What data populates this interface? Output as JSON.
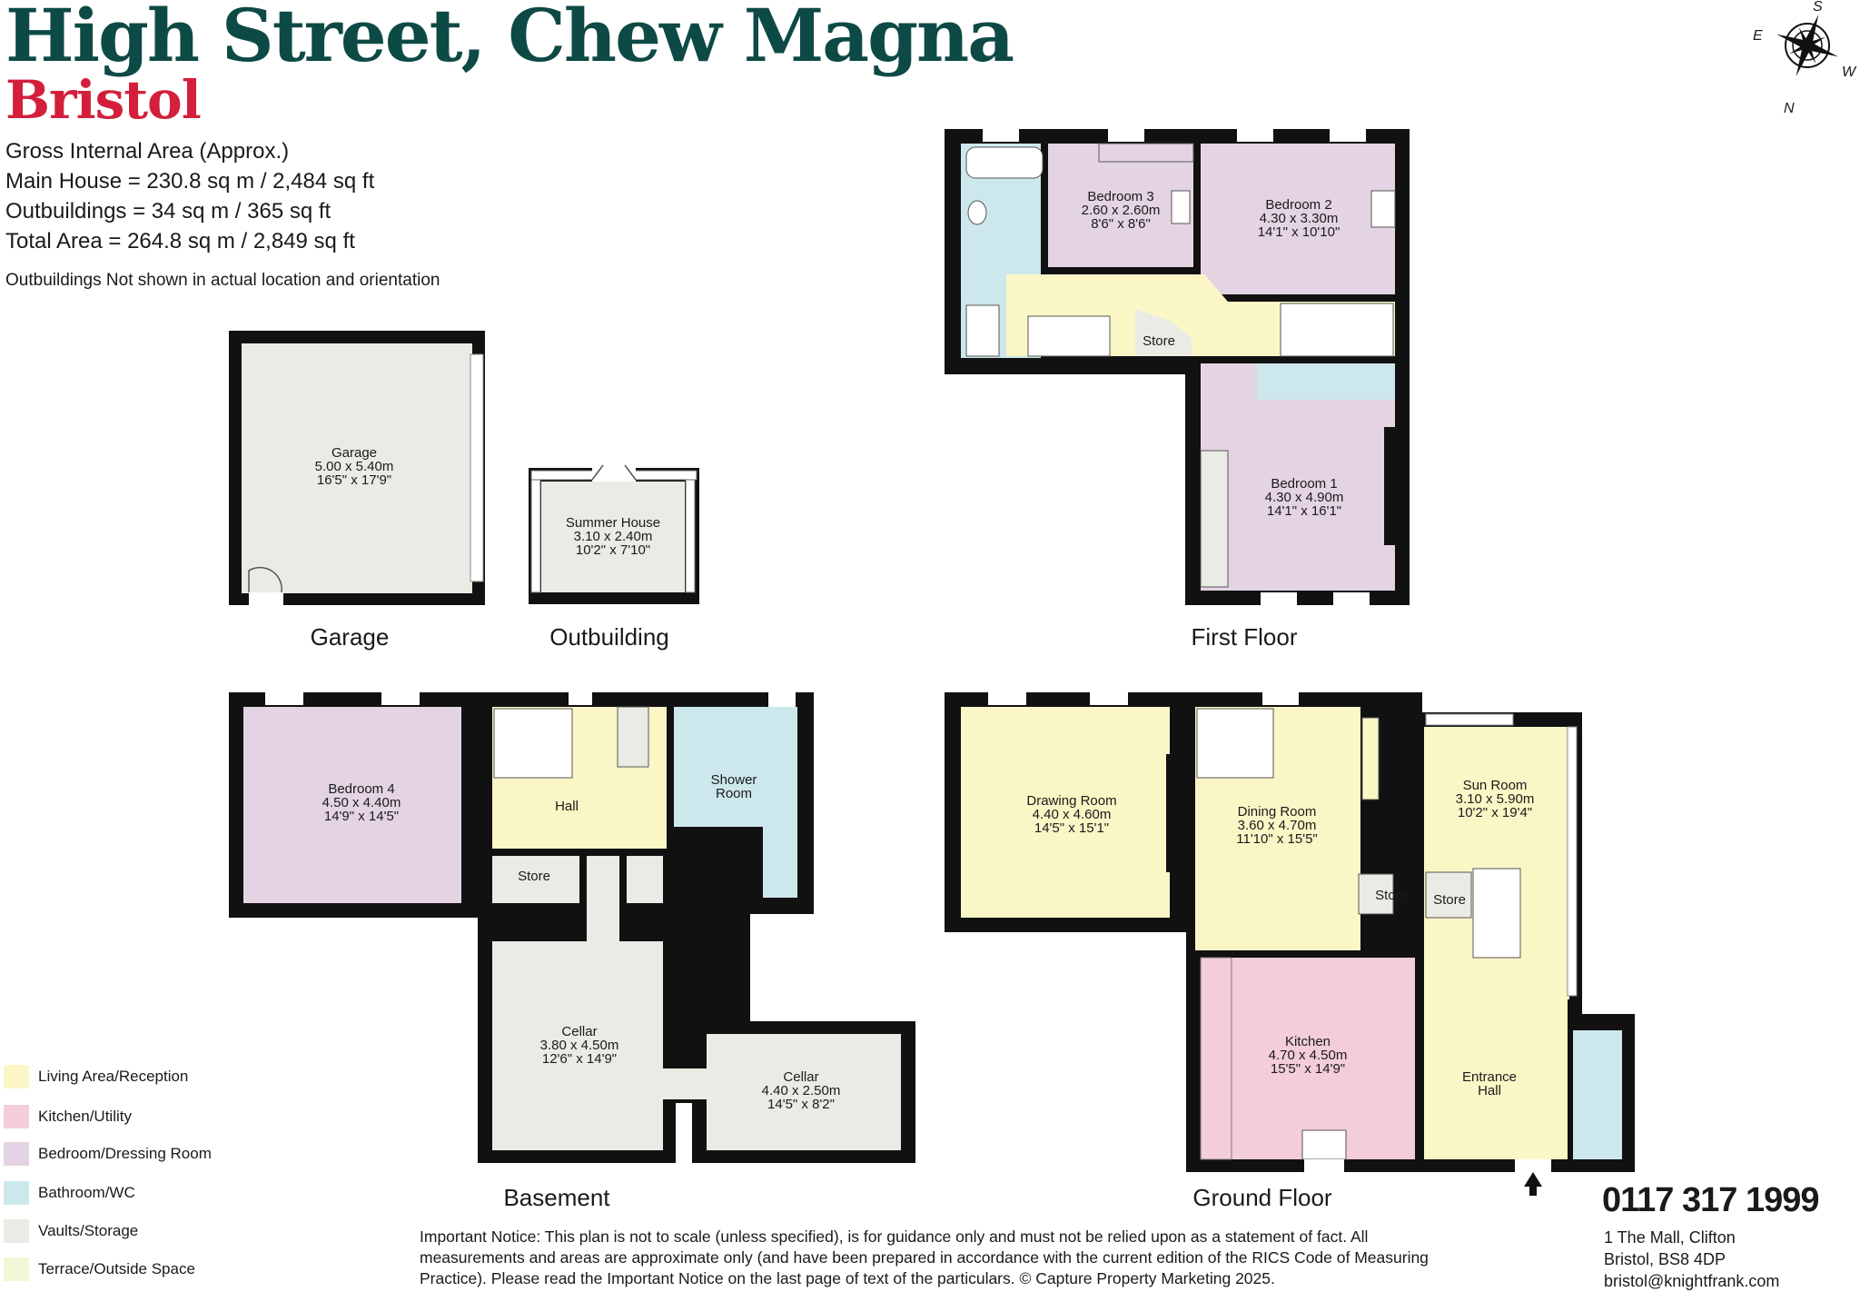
{
  "header": {
    "street": "High Street, Chew Magna",
    "city": "Bristol",
    "area_heading": "Gross Internal Area (Approx.)",
    "main_house": "Main House = 230.8 sq m / 2,484 sq ft",
    "outbuildings": "Outbuildings = 34 sq m / 365 sq ft",
    "total": "Total Area = 264.8 sq m / 2,849 sq ft",
    "outbuildings_note": "Outbuildings Not shown in actual location and orientation"
  },
  "compass": {
    "s": "S",
    "e": "E",
    "w": "W",
    "n": "N"
  },
  "floors": {
    "garage": "Garage",
    "outbuilding": "Outbuilding",
    "first": "First Floor",
    "basement": "Basement",
    "ground": "Ground Floor"
  },
  "rooms": {
    "garage": {
      "name": "Garage",
      "metric": "5.00 x 5.40m",
      "imperial": "16'5\" x 17'9\""
    },
    "summer": {
      "name": "Summer House",
      "metric": "3.10 x 2.40m",
      "imperial": "10'2\" x 7'10\""
    },
    "bed3": {
      "name": "Bedroom 3",
      "metric": "2.60 x 2.60m",
      "imperial": "8'6\" x 8'6\""
    },
    "bed2": {
      "name": "Bedroom 2",
      "metric": "4.30 x 3.30m",
      "imperial": "14'1\" x 10'10\""
    },
    "bed1": {
      "name": "Bedroom 1",
      "metric": "4.30 x 4.90m",
      "imperial": "14'1\" x 16'1\""
    },
    "ff_store": {
      "name": "Store"
    },
    "bed4": {
      "name": "Bedroom 4",
      "metric": "4.50 x 4.40m",
      "imperial": "14'9\" x 14'5\""
    },
    "hall": {
      "name": "Hall"
    },
    "shower": {
      "name1": "Shower",
      "name2": "Room"
    },
    "b_store": {
      "name": "Store"
    },
    "cellar1": {
      "name": "Cellar",
      "metric": "3.80 x 4.50m",
      "imperial": "12'6\" x 14'9\""
    },
    "cellar2": {
      "name": "Cellar",
      "metric": "4.40 x 2.50m",
      "imperial": "14'5\" x 8'2\""
    },
    "drawing": {
      "name": "Drawing Room",
      "metric": "4.40 x 4.60m",
      "imperial": "14'5\" x 15'1\""
    },
    "dining": {
      "name": "Dining Room",
      "metric": "3.60 x 4.70m",
      "imperial": "11'10\" x 15'5\""
    },
    "sun": {
      "name": "Sun Room",
      "metric": "3.10 x 5.90m",
      "imperial": "10'2\" x 19'4\""
    },
    "g_store1": {
      "name": "Store"
    },
    "g_store2": {
      "name": "Store"
    },
    "kitchen": {
      "name": "Kitchen",
      "metric": "4.70 x 4.50m",
      "imperial": "15'5\" x 14'9\""
    },
    "entrance": {
      "name1": "Entrance",
      "name2": "Hall"
    }
  },
  "legend": [
    {
      "label": "Living Area/Reception",
      "color": "#fbf6c6"
    },
    {
      "label": "Kitchen/Utility",
      "color": "#f3cddb"
    },
    {
      "label": "Bedroom/Dressing Room",
      "color": "#e4d4e3"
    },
    {
      "label": "Bathroom/WC",
      "color": "#cde8ec"
    },
    {
      "label": "Vaults/Storage",
      "color": "#ebebe6"
    },
    {
      "label": "Terrace/Outside Space",
      "color": "#f4f6d8"
    }
  ],
  "notice": "Important Notice: This plan is not to scale (unless specified), is for guidance only and must not be relied upon as a statement of fact. All measurements and areas are approximate only (and have been prepared in accordance with the current edition of the RICS Code of Measuring Practice). Please read the Important Notice on the last page of text of the particulars. © Capture Property Marketing 2025.",
  "contact": {
    "phone": "0117 317 1999",
    "address1": "1 The Mall, Clifton",
    "address2": "Bristol, BS8 4DP",
    "email": "bristol@knightfrank.com"
  },
  "colors": {
    "title": "#0e4a45",
    "city": "#d41f3c",
    "wall": "#111111",
    "living": "#fbf6c6",
    "kitchen": "#f3cddb",
    "bedroom": "#e4d4e3",
    "bath": "#cde8ec",
    "storage": "#ebebe6"
  }
}
